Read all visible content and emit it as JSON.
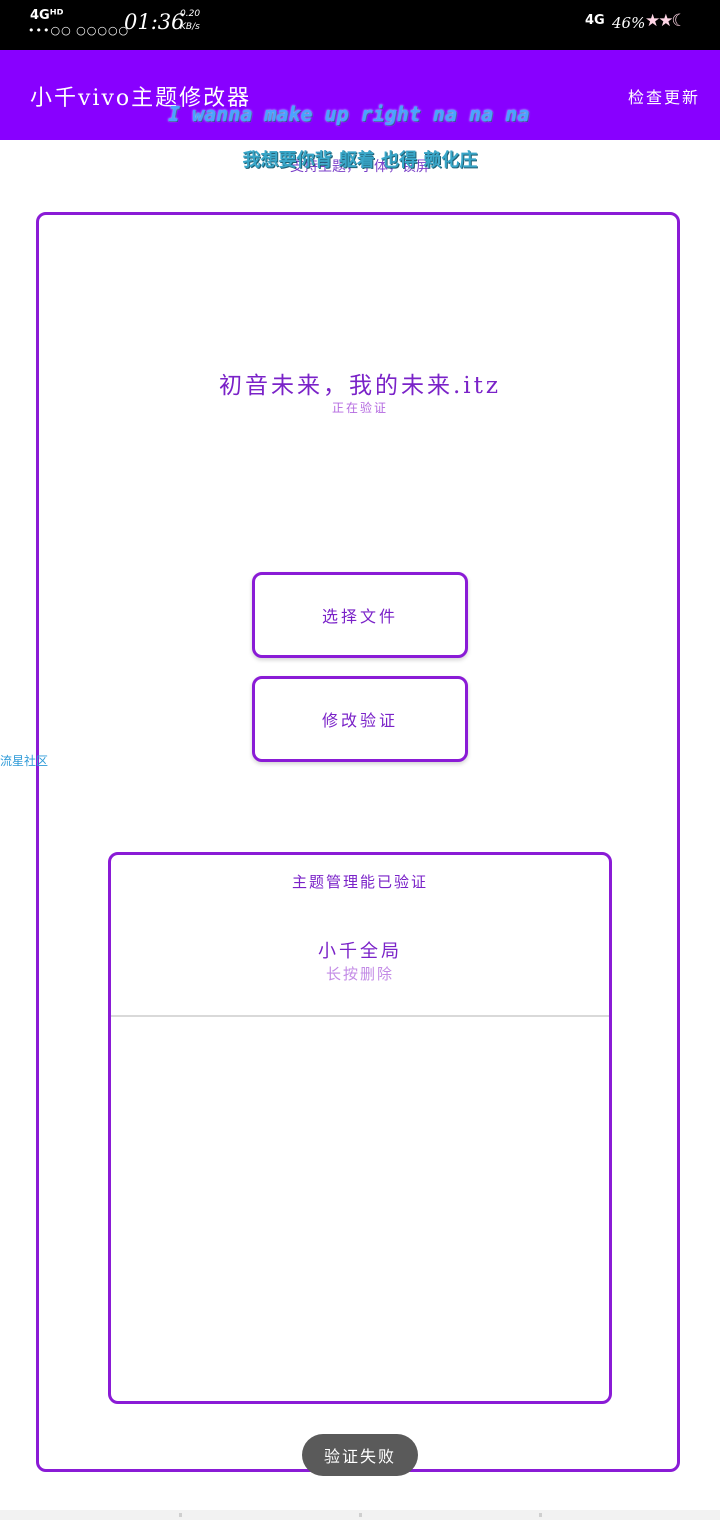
{
  "status_bar": {
    "network_left": "4Gᴴᴰ",
    "signal_dots": "•••○○ ○○○○○",
    "time": "01:36",
    "speed_value": "0.20",
    "speed_unit": "KB/s",
    "network_right": "4G",
    "battery": "46%",
    "decoration": "★★☾"
  },
  "header": {
    "title": "小千vivo主题修改器",
    "check_update": "检查更新",
    "lyric_en": "I wanna make up right na na na",
    "lyric_zh": "我想要你背   躯着  也得  赖化庄",
    "tagline": "支持主题，字体，锁屏"
  },
  "main": {
    "song_title": "初音未来，我的未来.itz",
    "verify_status": "正在验证",
    "select_file_button": "选择文件",
    "modify_verify_button": "修改验证",
    "side_link": "流星社区"
  },
  "theme_panel": {
    "title": "主题管理能已验证",
    "items": [
      {
        "name": "小千全局",
        "hint": "长按删除"
      }
    ]
  },
  "toast": "验证失败"
}
